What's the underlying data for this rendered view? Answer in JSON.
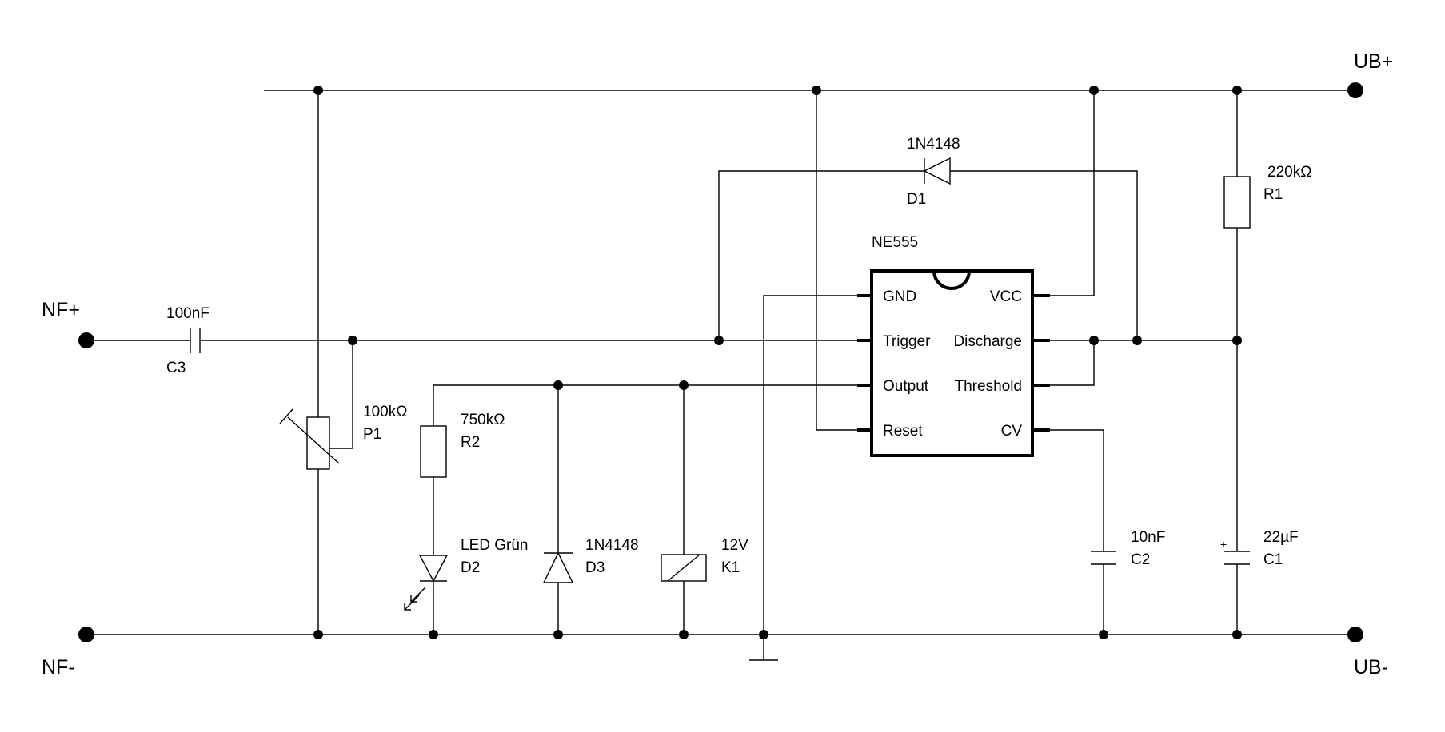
{
  "terminals": {
    "nf_plus": "NF+",
    "nf_minus": "NF-",
    "ub_plus": "UB+",
    "ub_minus": "UB-"
  },
  "ic": {
    "name": "NE555",
    "pins_left": [
      "GND",
      "Trigger",
      "Output",
      "Reset"
    ],
    "pins_right": [
      "VCC",
      "Discharge",
      "Threshold",
      "CV"
    ]
  },
  "components": {
    "c3": {
      "value": "100nF",
      "ref": "C3"
    },
    "p1": {
      "value": "100kΩ",
      "ref": "P1"
    },
    "r2": {
      "value": "750kΩ",
      "ref": "R2"
    },
    "d2": {
      "value": "LED Grün",
      "ref": "D2"
    },
    "d3": {
      "value": "1N4148",
      "ref": "D3"
    },
    "k1": {
      "value": "12V",
      "ref": "K1"
    },
    "d1": {
      "value": "1N4148",
      "ref": "D1"
    },
    "r1": {
      "value": "220kΩ",
      "ref": "R1"
    },
    "c2": {
      "value": "10nF",
      "ref": "C2"
    },
    "c1": {
      "value": "22µF",
      "ref": "C1",
      "polarity": "+"
    }
  }
}
